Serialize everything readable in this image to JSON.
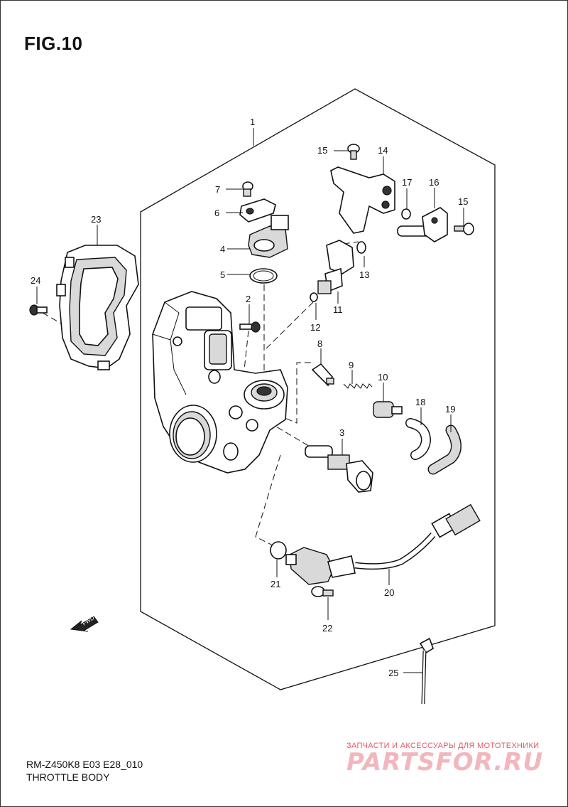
{
  "figure_title": "FIG.10",
  "diagram_code": "RM-Z450K8 E03 E28_010",
  "diagram_name": "THROTTLE BODY",
  "direction_label": "FWD",
  "watermark_tagline": "ЗАПЧАСТИ И АКСЕССУАРЫ ДЛЯ МОТОТЕХНИКИ",
  "watermark_brand": "PARTSFOR.RU",
  "callouts": [
    "1",
    "2",
    "3",
    "4",
    "5",
    "6",
    "7",
    "8",
    "9",
    "10",
    "11",
    "12",
    "13",
    "14",
    "15",
    "15",
    "16",
    "17",
    "18",
    "19",
    "20",
    "21",
    "22",
    "23",
    "24",
    "25"
  ],
  "icons": {
    "direction": "fwd-arrow-icon"
  }
}
